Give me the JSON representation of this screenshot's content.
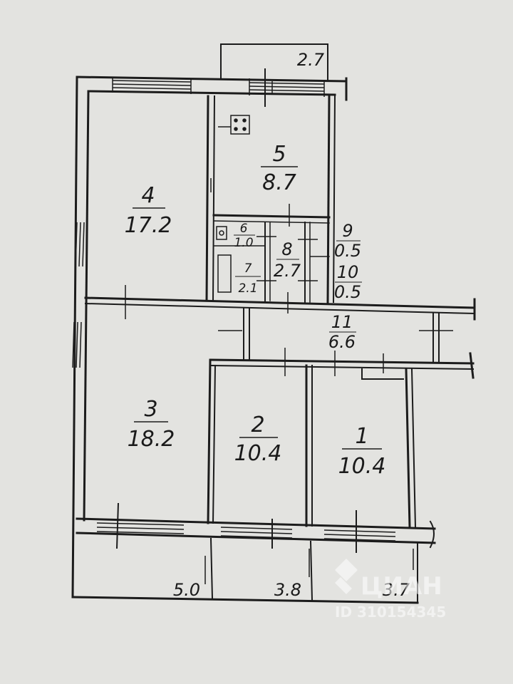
{
  "plan": {
    "rooms": [
      {
        "id": "1",
        "num": "1",
        "area": "10.4"
      },
      {
        "id": "2",
        "num": "2",
        "area": "10.4"
      },
      {
        "id": "3",
        "num": "3",
        "area": "18.2"
      },
      {
        "id": "4",
        "num": "4",
        "area": "17.2"
      },
      {
        "id": "5",
        "num": "5",
        "area": "8.7"
      },
      {
        "id": "6",
        "num": "6",
        "area": "1.0"
      },
      {
        "id": "7",
        "num": "7",
        "area": "2.1"
      },
      {
        "id": "8",
        "num": "8",
        "area": "2.7"
      },
      {
        "id": "9",
        "num": "9",
        "area": "0.5"
      },
      {
        "id": "10",
        "num": "10",
        "area": "0.5"
      },
      {
        "id": "11",
        "num": "11",
        "area": "6.6"
      }
    ],
    "balconies": [
      {
        "id": "top",
        "area": "2.7"
      },
      {
        "id": "bottom-left",
        "area": "5.0"
      },
      {
        "id": "bottom-mid",
        "area": "3.8"
      },
      {
        "id": "bottom-right",
        "area": "3.7"
      }
    ]
  },
  "watermark": {
    "brand": "ЦИАН",
    "id_text": "ID 310154345"
  }
}
